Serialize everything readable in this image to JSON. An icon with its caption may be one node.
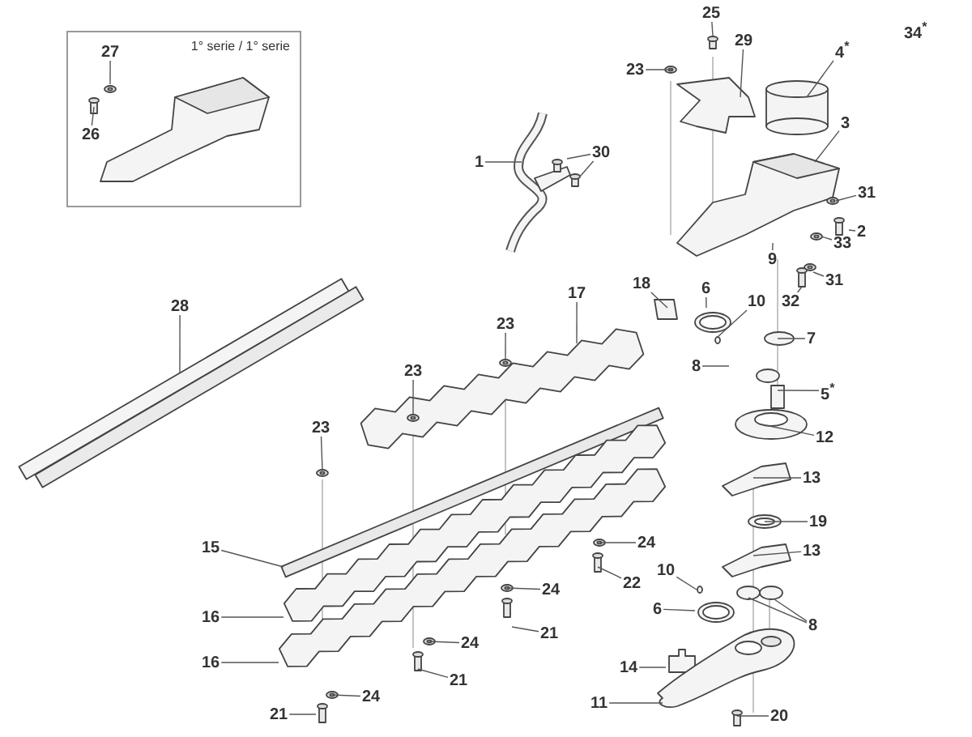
{
  "diagram": {
    "nodes": [
      {
        "text": [
          "1° serie / 1° serie"
        ]
      },
      {
        "text": [
          "27"
        ],
        "in": 0
      },
      {
        "text": [
          "26"
        ],
        "in": 0
      },
      {
        "text": [
          "1"
        ]
      },
      {
        "text": [
          "30"
        ]
      },
      {
        "text": [
          "25"
        ]
      },
      {
        "text": [
          "29"
        ]
      },
      {
        "text": [
          "23"
        ]
      },
      {
        "text": [
          "4$^{*}$"
        ]
      },
      {
        "text": [
          "3"
        ]
      },
      {
        "text": [
          "31"
        ]
      },
      {
        "text": [
          "2"
        ]
      },
      {
        "text": [
          "33"
        ]
      },
      {
        "text": [
          "9"
        ]
      },
      {
        "text": [
          "31"
        ]
      },
      {
        "text": [
          "32"
        ]
      },
      {
        "text": [
          "18"
        ]
      },
      {
        "text": [
          "6"
        ]
      },
      {
        "text": [
          "10"
        ]
      },
      {
        "text": [
          "7"
        ]
      },
      {
        "text": [
          "8"
        ]
      },
      {
        "text": [
          "5$^{*}$"
        ]
      },
      {
        "text": [
          "12"
        ]
      },
      {
        "text": [
          "13"
        ]
      },
      {
        "text": [
          "19"
        ]
      },
      {
        "text": [
          "13"
        ]
      },
      {
        "text": [
          "8"
        ]
      },
      {
        "text": [
          "10"
        ]
      },
      {
        "text": [
          "6"
        ]
      },
      {
        "text": [
          "14"
        ]
      },
      {
        "text": [
          "11"
        ]
      },
      {
        "text": [
          "20"
        ]
      },
      {
        "text": [
          "17"
        ]
      },
      {
        "text": [
          "28"
        ]
      },
      {
        "text": [
          "23"
        ]
      },
      {
        "text": [
          "23"
        ]
      },
      {
        "text": [
          "23"
        ]
      },
      {
        "text": [
          "15"
        ]
      },
      {
        "text": [
          "16"
        ]
      },
      {
        "text": [
          "16"
        ]
      },
      {
        "text": [
          "24"
        ]
      },
      {
        "text": [
          "22"
        ]
      },
      {
        "text": [
          "24"
        ]
      },
      {
        "text": [
          "21"
        ]
      },
      {
        "text": [
          "24"
        ]
      },
      {
        "text": [
          "21"
        ]
      },
      {
        "text": [
          "24"
        ]
      },
      {
        "text": [
          "21"
        ]
      }
    ],
    "edges": [
      {
        "from": 1,
        "to": null,
        "arrow": "none"
      },
      {
        "from": 2,
        "to": null,
        "arrow": "none"
      },
      {
        "from": 3,
        "to": null,
        "arrow": "none"
      },
      {
        "from": 4,
        "to": null,
        "arrow": "none"
      },
      {
        "from": 4,
        "to": null,
        "arrow": "none"
      },
      {
        "from": 5,
        "to": null,
        "arrow": "none"
      },
      {
        "from": 6,
        "to": null,
        "arrow": "none"
      },
      {
        "from": 7,
        "to": null,
        "arrow": "none"
      },
      {
        "from": 8,
        "to": null,
        "arrow": "none"
      },
      {
        "from": 9,
        "to": null,
        "arrow": "none"
      },
      {
        "from": 10,
        "to": null,
        "arrow": "none"
      },
      {
        "from": 11,
        "to": null,
        "arrow": "none"
      },
      {
        "from": 12,
        "to": null,
        "arrow": "none"
      },
      {
        "from": 13,
        "to": null,
        "arrow": "none"
      },
      {
        "from": 14,
        "to": null,
        "arrow": "none"
      },
      {
        "from": 15,
        "to": null,
        "arrow": "none"
      },
      {
        "from": 16,
        "to": null,
        "arrow": "none"
      },
      {
        "from": 17,
        "to": null,
        "arrow": "none"
      },
      {
        "from": 18,
        "to": null,
        "arrow": "none"
      },
      {
        "from": 19,
        "to": null,
        "arrow": "none"
      },
      {
        "from": 20,
        "to": null,
        "arrow": "none"
      },
      {
        "from": 21,
        "to": null,
        "arrow": "none"
      },
      {
        "from": 22,
        "to": null,
        "arrow": "none"
      },
      {
        "from": 23,
        "to": null,
        "arrow": "none"
      },
      {
        "from": 24,
        "to": null,
        "arrow": "none"
      },
      {
        "from": 25,
        "to": null,
        "arrow": "none"
      },
      {
        "from": 26,
        "to": null,
        "arrow": "none"
      },
      {
        "from": 26,
        "to": null,
        "arrow": "none"
      },
      {
        "from": 27,
        "to": null,
        "arrow": "none"
      },
      {
        "from": 28,
        "to": null,
        "arrow": "none"
      },
      {
        "from": 29,
        "to": null,
        "arrow": "none"
      },
      {
        "from": 30,
        "to": null,
        "arrow": "none"
      },
      {
        "from": 31,
        "to": null,
        "arrow": "none"
      },
      {
        "from": 32,
        "to": null,
        "arrow": "none"
      },
      {
        "from": 33,
        "to": null,
        "arrow": "none"
      },
      {
        "from": 34,
        "to": null,
        "arrow": "none"
      },
      {
        "from": 35,
        "to": null,
        "arrow": "none"
      },
      {
        "from": 36,
        "to": null,
        "arrow": "none"
      },
      {
        "from": 37,
        "to": null,
        "arrow": "none"
      },
      {
        "from": 38,
        "to": null,
        "arrow": "none"
      },
      {
        "from": 39,
        "to": null,
        "arrow": "none"
      },
      {
        "from": 40,
        "to": null,
        "arrow": "none"
      },
      {
        "from": 41,
        "to": null,
        "arrow": "none"
      },
      {
        "from": 42,
        "to": null,
        "arrow": "none"
      },
      {
        "from": 43,
        "to": null,
        "arrow": "none"
      },
      {
        "from": 44,
        "to": null,
        "arrow": "none"
      },
      {
        "from": 45,
        "to": null,
        "arrow": "none"
      },
      {
        "from": 46,
        "to": null,
        "arrow": "none"
      },
      {
        "from": 47,
        "to": null,
        "arrow": "none"
      }
    ],
    "labels": [
      "34$^{*}$"
    ]
  }
}
